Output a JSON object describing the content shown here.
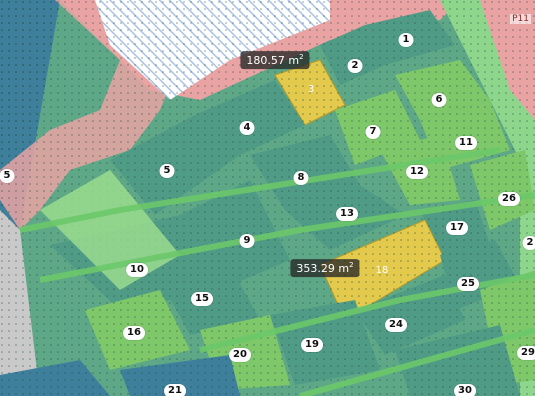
{
  "map": {
    "parcel_labels": [
      "1",
      "2",
      "3",
      "4",
      "5",
      "6",
      "7",
      "8",
      "9",
      "10",
      "11",
      "12",
      "13",
      "15",
      "16",
      "17",
      "18",
      "19",
      "20",
      "21",
      "24",
      "25",
      "26",
      "29",
      "30"
    ],
    "left_edge_label": "5",
    "right_edge_label": "2",
    "parcel_code": "P11",
    "measurements": [
      {
        "value": "180.57 m",
        "unit_sup": "2"
      },
      {
        "value": "353.29 m",
        "unit_sup": "2"
      }
    ],
    "colors": {
      "parcel": "#4f9b86",
      "parcel_blue": "#5c8fa6",
      "parcel_green": "#7ec86a",
      "selected": "#e3c94c",
      "corridor": "#e9a3a3",
      "street": "#8dd68c",
      "hatch": "#a9c2e6"
    }
  }
}
